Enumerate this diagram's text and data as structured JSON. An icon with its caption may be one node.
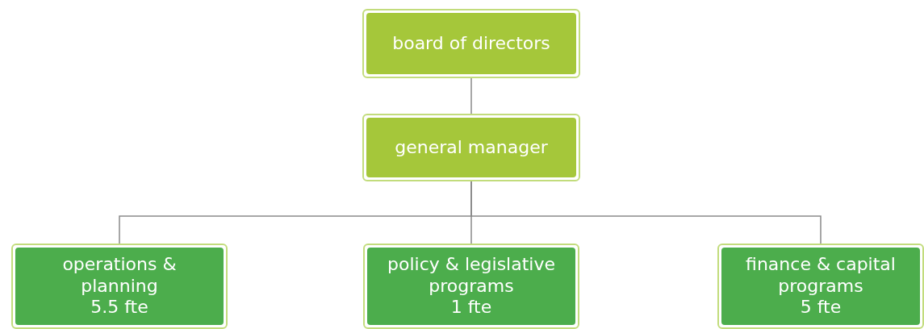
{
  "diagram": {
    "nodes": [
      {
        "text": [
          "board of directors"
        ]
      },
      {
        "text": [
          "general manager"
        ]
      },
      {
        "text": [
          "operations & planning",
          "5.5 fte"
        ]
      },
      {
        "text": [
          "policy & legislative programs",
          "1 fte"
        ]
      },
      {
        "text": [
          "finance & capital programs",
          "5 fte"
        ]
      }
    ],
    "edges": [
      {
        "from": 0,
        "to": 1,
        "arrow": "none"
      },
      {
        "from": 1,
        "to": 2,
        "arrow": "none"
      },
      {
        "from": 1,
        "to": 3,
        "arrow": "none"
      },
      {
        "from": 1,
        "to": 4,
        "arrow": "none"
      }
    ]
  }
}
